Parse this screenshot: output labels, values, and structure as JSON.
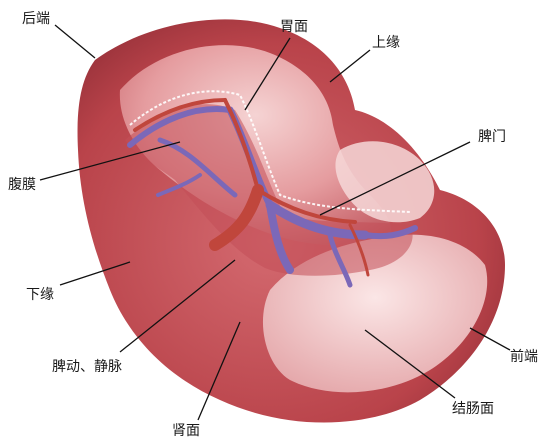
{
  "labels": {
    "rear_end": "后端",
    "visceral_surface_gastric": "胃面",
    "upper_border": "上缘",
    "peritoneum": "腹膜",
    "hilum": "脾门",
    "lower_border": "下缘",
    "front_end": "前端",
    "splenic_vessels": "脾动、静脉",
    "renal_surface": "肾面",
    "colic_surface": "结肠面"
  },
  "colors": {
    "organ_base": "#b9434a",
    "organ_highlight": "#f2c4c4",
    "organ_shadow": "#8a2a33",
    "vein": "#7b68b8",
    "artery": "#c0463c"
  }
}
